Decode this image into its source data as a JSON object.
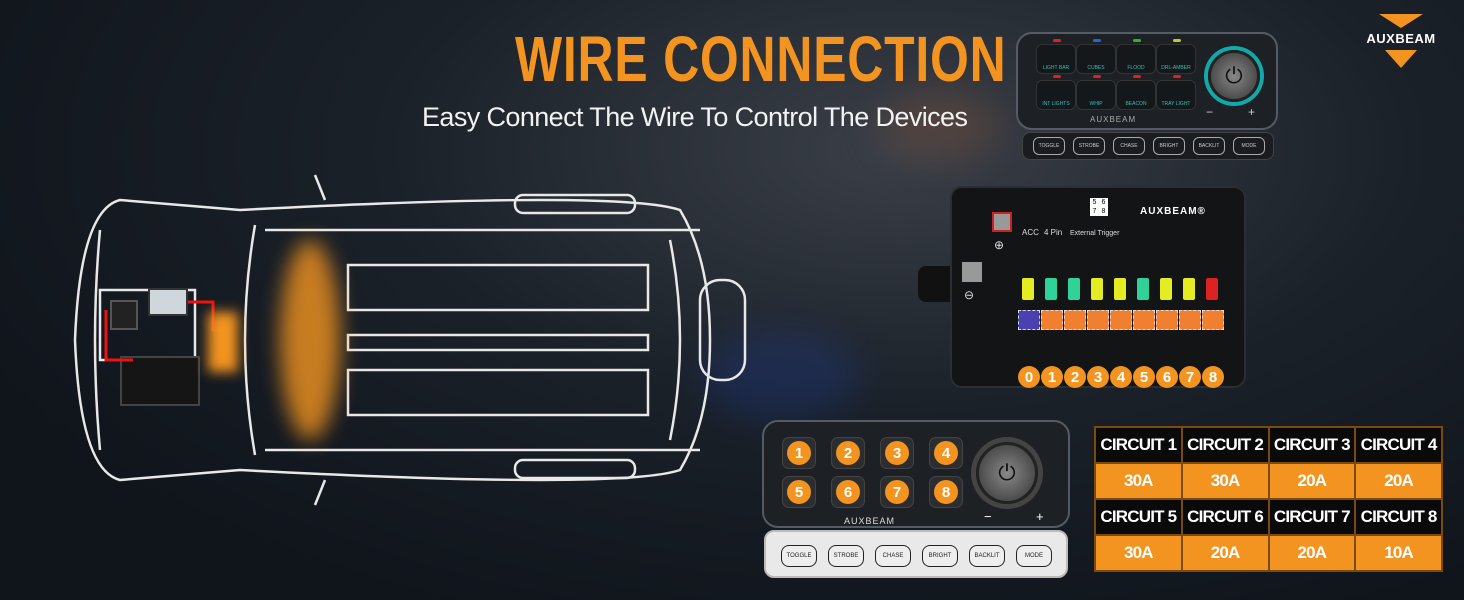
{
  "header": {
    "title": "WIRE CONNECTION",
    "subtitle": "Easy Connect The Wire To Control The Devices"
  },
  "brand": {
    "logo": "AUXBEAM",
    "accent": "#f39420"
  },
  "top_panel": {
    "brand": "AUXBEAM",
    "switches": [
      "LIGHT BAR",
      "CUBES",
      "FLOOD",
      "DRL-AMBER",
      "INT LIGHTS",
      "WHIP",
      "BEACON",
      "TRAY LIGHT"
    ],
    "buttons": [
      "TOGGLE",
      "STROBE",
      "CHASE",
      "BRIGHT",
      "BACKLIT",
      "MODE"
    ],
    "minus": "−",
    "plus": "+"
  },
  "relay_box": {
    "brand": "AUXBEAM®",
    "acc": "ACC",
    "pin": "4 Pin",
    "trigger": "External Trigger",
    "trigger_pins": [
      "5",
      "6",
      "7",
      "8"
    ],
    "circuit_numbers": [
      "0",
      "1",
      "2",
      "3",
      "4",
      "5",
      "6",
      "7",
      "8"
    ]
  },
  "bottom_panel": {
    "brand": "AUXBEAM",
    "switches": [
      "1",
      "2",
      "3",
      "4",
      "5",
      "6",
      "7",
      "8"
    ],
    "buttons": [
      "TOGGLE",
      "STROBE",
      "CHASE",
      "BRIGHT",
      "BACKLIT",
      "MODE"
    ],
    "minus": "−",
    "plus": "+"
  },
  "circuits": [
    {
      "name": "CIRCUIT 1",
      "amps": "30A"
    },
    {
      "name": "CIRCUIT 2",
      "amps": "30A"
    },
    {
      "name": "CIRCUIT 3",
      "amps": "20A"
    },
    {
      "name": "CIRCUIT 4",
      "amps": "20A"
    },
    {
      "name": "CIRCUIT 5",
      "amps": "30A"
    },
    {
      "name": "CIRCUIT 6",
      "amps": "20A"
    },
    {
      "name": "CIRCUIT 7",
      "amps": "20A"
    },
    {
      "name": "CIRCUIT 8",
      "amps": "10A"
    }
  ]
}
